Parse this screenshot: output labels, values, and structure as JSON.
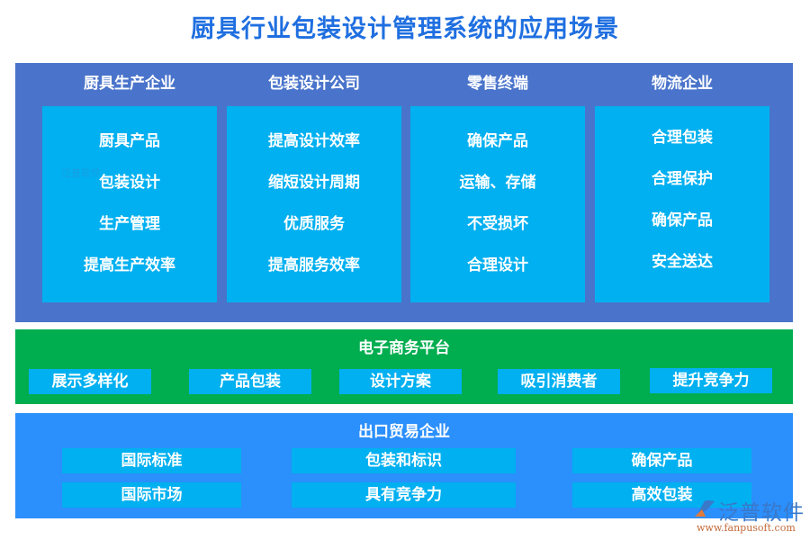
{
  "title": "厨具行业包装设计管理系统的应用场景",
  "colors": {
    "title": "#1f6fe0",
    "top_panel": "#4a74cb",
    "item_box": "#00b0f0",
    "mid_panel": "#00ad4f",
    "bottom_panel": "#2b8ffc",
    "text": "#ffffff"
  },
  "top": {
    "columns": [
      {
        "heading": "厨具生产企业",
        "items": [
          "厨具产品",
          "包装设计",
          "生产管理",
          "提高生产效率"
        ]
      },
      {
        "heading": "包装设计公司",
        "items": [
          "提高设计效率",
          "缩短设计周期",
          "优质服务",
          "提高服务效率"
        ]
      },
      {
        "heading": "零售终端",
        "items": [
          "确保产品",
          "运输、存储",
          "不受损坏",
          "合理设计"
        ]
      },
      {
        "heading": "物流企业",
        "items": [
          "合理包装",
          "合理保护",
          "确保产品",
          "安全送达"
        ]
      }
    ]
  },
  "middle": {
    "title": "电子商务平台",
    "items": [
      "展示多样化",
      "产品包装",
      "设计方案",
      "吸引消费者",
      "提升竞争力"
    ]
  },
  "bottom": {
    "title": "出口贸易企业",
    "rows": [
      [
        "国际标准",
        "包装和标识",
        "确保产品"
      ],
      [
        "国际市场",
        "具有竞争力",
        "高效包装"
      ]
    ]
  },
  "watermark": {
    "brand": "泛普软件",
    "url": "www.fanpusoft.com"
  }
}
